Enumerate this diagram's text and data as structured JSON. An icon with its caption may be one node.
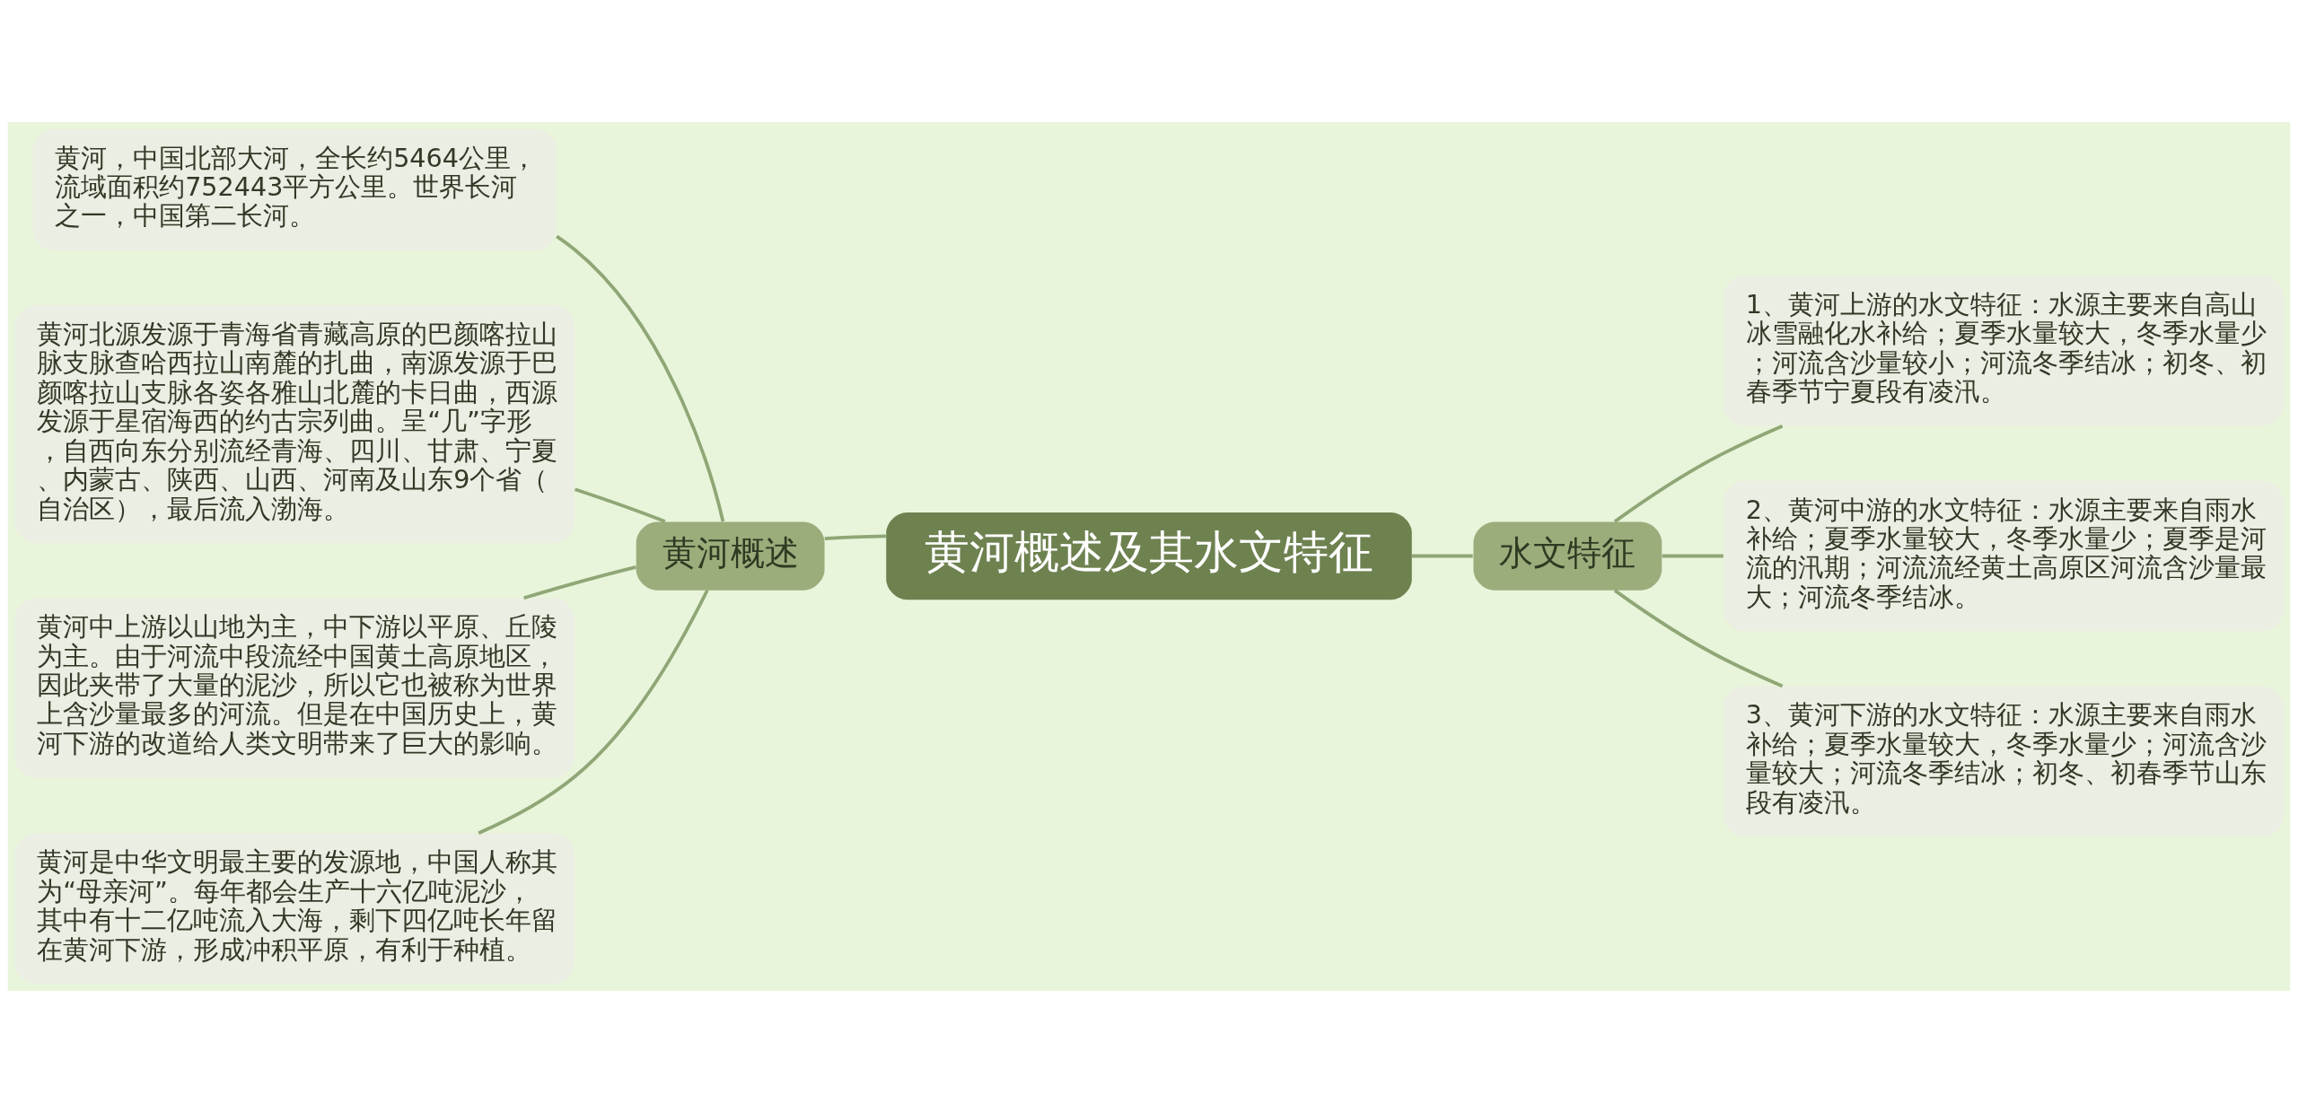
{
  "diagram": {
    "nodes": [
      {
        "text": [
          "黄河概述及其水文特征"
        ]
      },
      {
        "text": [
          "黄河概述"
        ]
      },
      {
        "text": [
          "黄河，中国北部大河，全长约5464公里，流域面积约752443平方公里。世界长河之一，中国第二长河。"
        ]
      },
      {
        "text": [
          "黄河北源发源于青海省青藏高原的巴颜喀拉山脉支脉查哈西拉山南麓的扎曲，南源发源于巴颜喀拉山支脉各姿各雅山北麓的卡日曲，西源发源于星宿海西的约古宗列曲。呈“几”字形，自西向东分别流经青海、四川、甘肃、宁夏、内蒙古、陕西、山西、河南及山东9个省（自治区），最后流入渤海。"
        ]
      },
      {
        "text": [
          "黄河中上游以山地为主，中下游以平原、丘陵为主。由于河流中段流经中国黄土高原地区，因此夹带了大量的泥沙，所以它也被称为世界上含沙量最多的河流。但是在中国历史上，黄河下游的改道给人类文明带来了巨大的影响。"
        ]
      },
      {
        "text": [
          "黄河是中华文明最主要的发源地，中国人称其为“母亲河”。每年都会生产十六亿吨泥沙，其中有十二亿吨流入大海，剩下四亿吨长年留在黄河下游，形成冲积平原，有利于种植。"
        ]
      },
      {
        "text": [
          "水文特征"
        ]
      },
      {
        "text": [
          "1、黄河上游的水文特征：水源主要来自高山冰雪融化水补给；夏季水量较大，冬季水量少；河流含沙量较小；河流冬季结冰；初冬、初春季节宁夏段有凌汛。"
        ]
      },
      {
        "text": [
          "2、黄河中游的水文特征：水源主要来自雨水补给；夏季水量较大，冬季水量少；夏季是河流的汛期；河流流经黄土高原区河流含沙量最大；河流冬季结冰。"
        ]
      },
      {
        "text": [
          "3、黄河下游的水文特征：水源主要来自雨水补给；夏季水量较大，冬季水量少；河流含沙量较大；河流冬季结冰；初冬、初春季节山东段有凌汛。"
        ]
      }
    ],
    "edges": [
      {
        "from": 0,
        "to": 1,
        "arrow": "none"
      },
      {
        "from": 1,
        "to": 2,
        "arrow": "none"
      },
      {
        "from": 1,
        "to": 3,
        "arrow": "none"
      },
      {
        "from": 1,
        "to": 4,
        "arrow": "none"
      },
      {
        "from": 1,
        "to": 5,
        "arrow": "none"
      },
      {
        "from": 0,
        "to": 6,
        "arrow": "none"
      },
      {
        "from": 6,
        "to": 7,
        "arrow": "none"
      },
      {
        "from": 6,
        "to": 8,
        "arrow": "none"
      },
      {
        "from": 6,
        "to": 9,
        "arrow": "none"
      }
    ]
  }
}
